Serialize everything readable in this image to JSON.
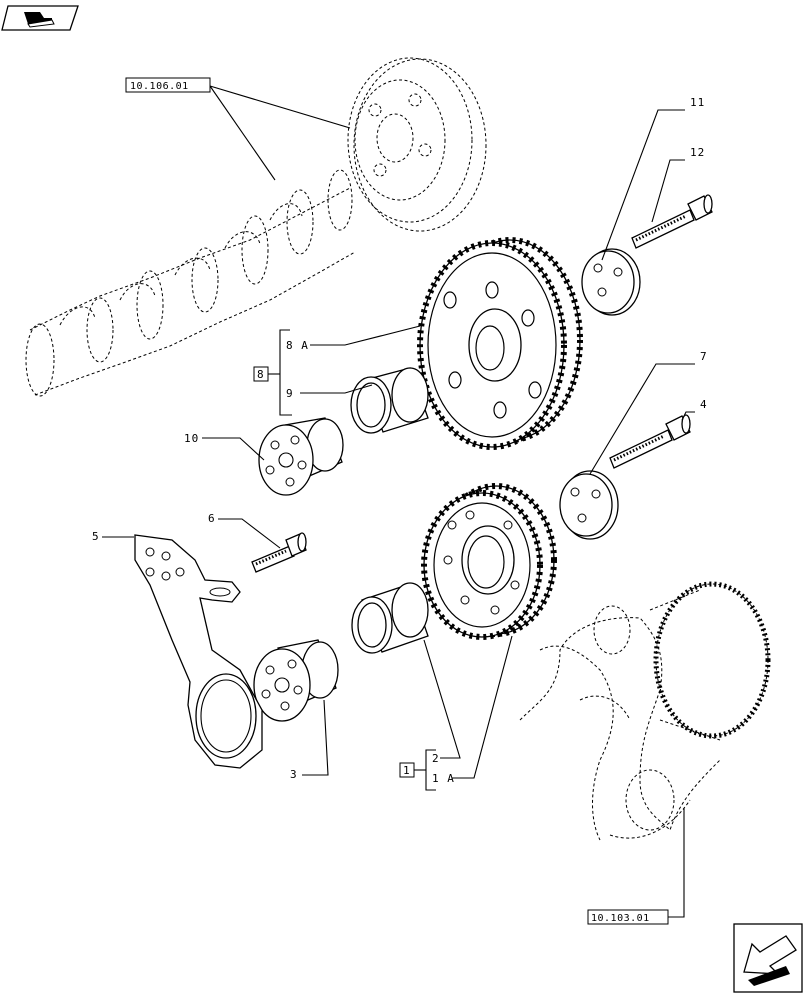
{
  "references": {
    "camshaft": "10.106.01",
    "crankshaft": "10.103.01"
  },
  "callouts": {
    "p1": "1",
    "p1a": "1 A",
    "p2": "2",
    "p3": "3",
    "p4": "4",
    "p5": "5",
    "p6": "6",
    "p7": "7",
    "p8": "8",
    "p8a": "8 A",
    "p9": "9",
    "p10": "10",
    "p11": "11",
    "p12": "12"
  },
  "icons": {
    "top_left": "book-icon",
    "bottom_right": "arrow-back-icon"
  }
}
